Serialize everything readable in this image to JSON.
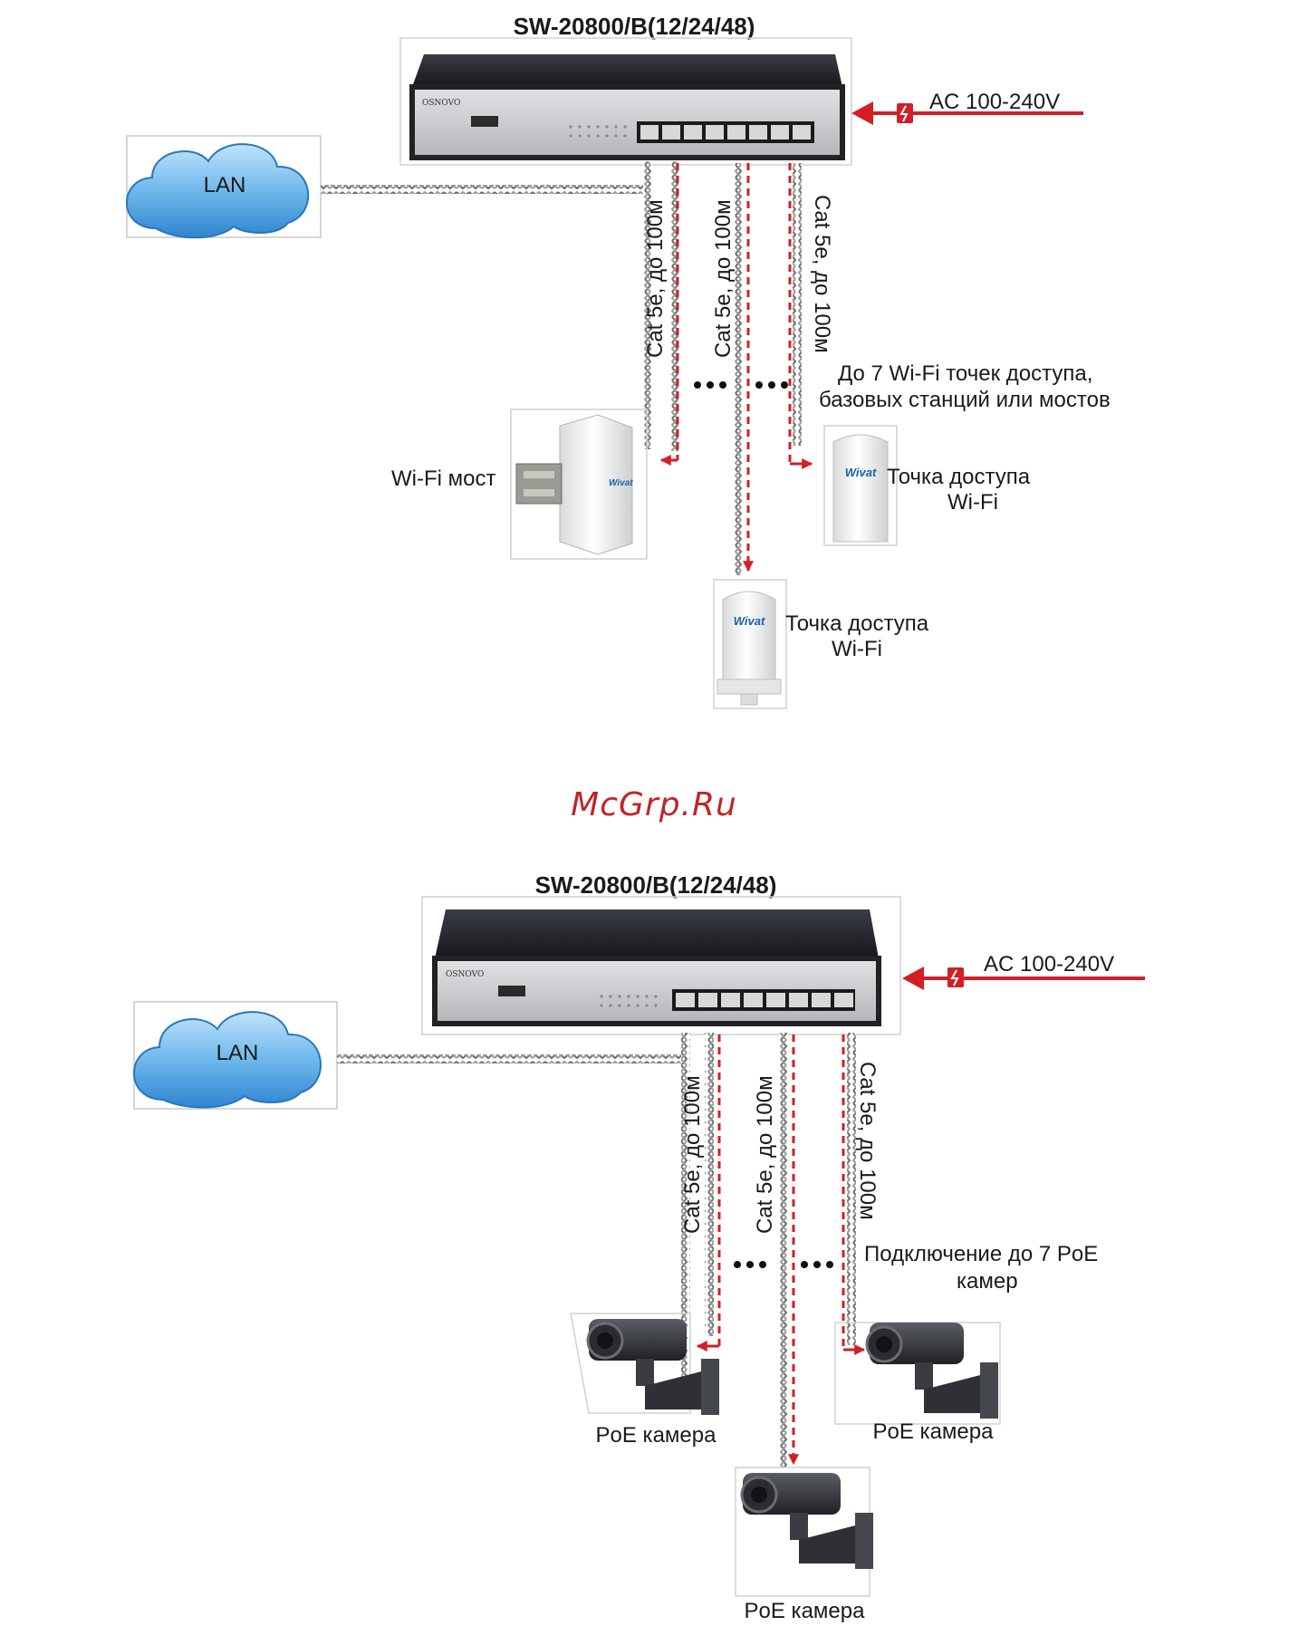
{
  "watermark": "McGrp.Ru",
  "diagrams": [
    {
      "title": "SW-20800/B(12/24/48)",
      "power_label": "AC 100-240V",
      "lan_label": "LAN",
      "cable_label": "Cat 5e, до 100м",
      "switch_brand": "OSNOVO",
      "note": [
        "До 7 Wi-Fi точек доступа,",
        "базовых станций или мостов"
      ],
      "devices": [
        {
          "type": "bridge",
          "label": [
            "Wi-Fi мост"
          ]
        },
        {
          "type": "ap",
          "label": [
            "Точка доступа",
            "Wi-Fi"
          ],
          "brand": "Wivat"
        },
        {
          "type": "ap",
          "label": [
            "Точка доступа",
            "Wi-Fi"
          ],
          "brand": "Wivat"
        }
      ]
    },
    {
      "title": "SW-20800/B(12/24/48)",
      "power_label": "AC 100-240V",
      "lan_label": "LAN",
      "cable_label": "Cat 5e, до 100м",
      "switch_brand": "OSNOVO",
      "note": [
        "Подключение до 7 PoE",
        "камер"
      ],
      "devices": [
        {
          "type": "camera",
          "label": [
            "PoE камера"
          ]
        },
        {
          "type": "camera",
          "label": [
            "PoE камера"
          ]
        },
        {
          "type": "camera",
          "label": [
            "PoE камера"
          ]
        }
      ]
    }
  ],
  "colors": {
    "accent": "#d21f26",
    "switch_body": "#2a2d33",
    "switch_face": "#c9cbcf",
    "cloud": "#5aa8e0"
  }
}
